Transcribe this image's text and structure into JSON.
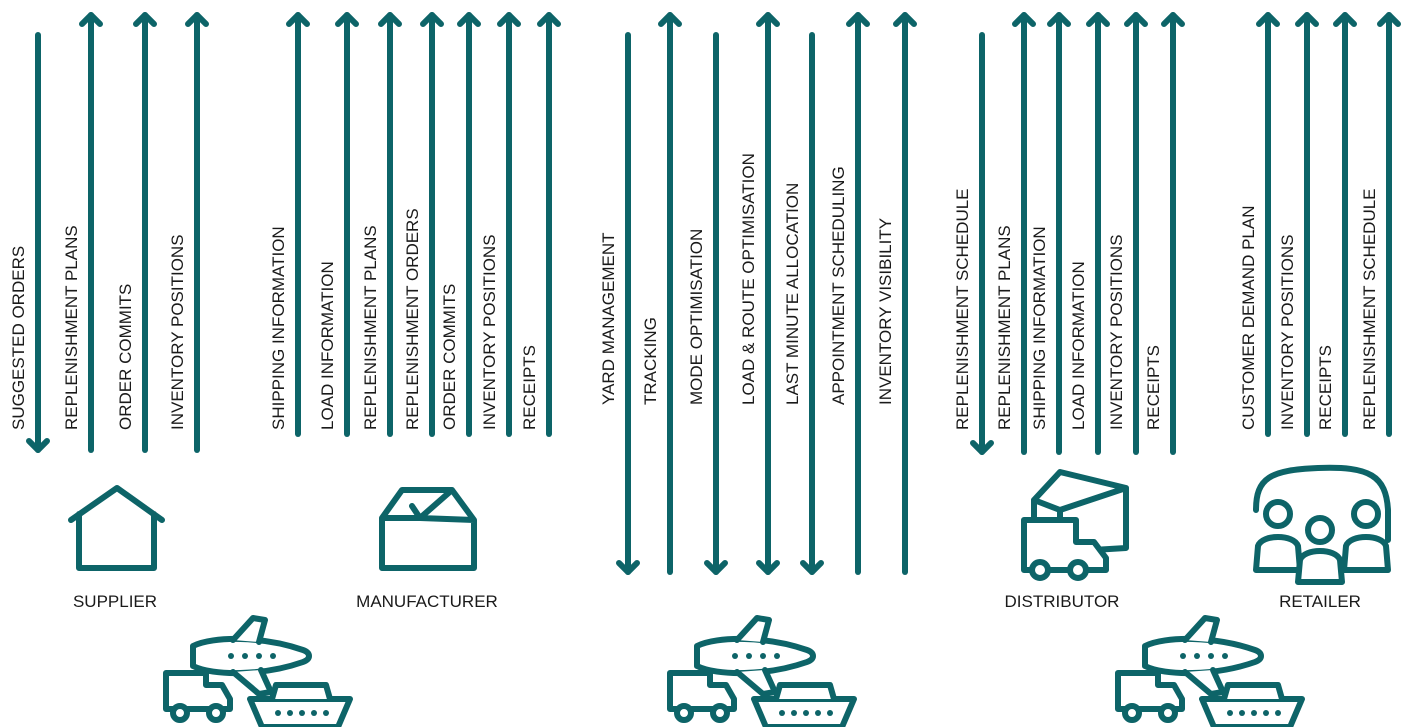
{
  "colors": {
    "accent": "#0d6468",
    "text": "#1a1a1a"
  },
  "entities": [
    {
      "name": "SUPPLIER",
      "icon": "house-icon",
      "flows": [
        {
          "label": "SUGGESTED ORDERS",
          "direction": "down"
        },
        {
          "label": "REPLENISHMENT PLANS",
          "direction": "up"
        },
        {
          "label": "ORDER COMMITS",
          "direction": "up"
        },
        {
          "label": "INVENTORY POSITIONS",
          "direction": "up"
        }
      ]
    },
    {
      "name": "MANUFACTURER",
      "icon": "factory-box-icon",
      "flows": [
        {
          "label": "SHIPPING INFORMATION",
          "direction": "up"
        },
        {
          "label": "LOAD INFORMATION",
          "direction": "up"
        },
        {
          "label": "REPLENISHMENT PLANS",
          "direction": "up"
        },
        {
          "label": "REPLENISHMENT ORDERS",
          "direction": "up"
        },
        {
          "label": "ORDER COMMITS",
          "direction": "up"
        },
        {
          "label": "INVENTORY POSITIONS",
          "direction": "up"
        },
        {
          "label": "RECEIPTS",
          "direction": "up"
        }
      ]
    },
    {
      "name": "",
      "icon": "logistics-icon",
      "flows": [
        {
          "label": "YARD MANAGEMENT",
          "direction": "down"
        },
        {
          "label": "TRACKING",
          "direction": "up"
        },
        {
          "label": "MODE OPTIMISATION",
          "direction": "down"
        },
        {
          "label": "LOAD & ROUTE OPTIMISATION",
          "direction": "both"
        },
        {
          "label": "LAST MINUTE ALLOCATION",
          "direction": "down"
        },
        {
          "label": "APPOINTMENT SCHEDULING",
          "direction": "up"
        },
        {
          "label": "INVENTORY VISIBILITY",
          "direction": "up"
        }
      ]
    },
    {
      "name": "DISTRIBUTOR",
      "icon": "warehouse-truck-icon",
      "flows": [
        {
          "label": "REPLENISHMENT SCHEDULE",
          "direction": "down"
        },
        {
          "label": "REPLENISHMENT PLANS",
          "direction": "up"
        },
        {
          "label": "SHIPPING INFORMATION",
          "direction": "up"
        },
        {
          "label": "LOAD INFORMATION",
          "direction": "up"
        },
        {
          "label": "INVENTORY POSITIONS",
          "direction": "up"
        },
        {
          "label": "RECEIPTS",
          "direction": "up"
        }
      ]
    },
    {
      "name": "RETAILER",
      "icon": "store-customers-icon",
      "flows": [
        {
          "label": "CUSTOMER DEMAND PLAN",
          "direction": "up"
        },
        {
          "label": "INVENTORY POSITIONS",
          "direction": "up"
        },
        {
          "label": "RECEIPTS",
          "direction": "up"
        },
        {
          "label": "REPLENISHMENT SCHEDULE",
          "direction": "up"
        }
      ]
    }
  ],
  "transport_icons": [
    "transport-icon-group",
    "transport-icon-group",
    "transport-icon-group"
  ]
}
